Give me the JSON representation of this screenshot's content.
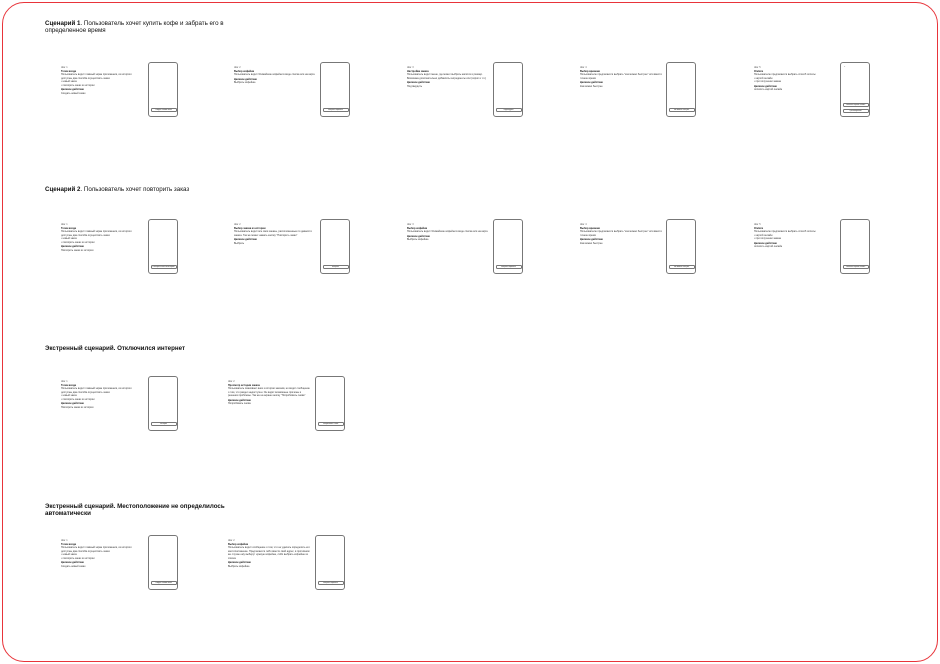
{
  "scenarios": [
    {
      "prefix": "Сценарий 1",
      "title": ". Пользователь хочет купить кофе и забрать его в определенное время",
      "steps": [
        {
          "num": "Шаг 1",
          "title": "Точка входа",
          "desc": [
            "Пользователь видит главный экран приложения, из которого доступны два способа осуществить заказ:",
            "• новый заказ",
            "• повторить заказ из истории"
          ],
          "action_h": "Целевое действие",
          "action": "Создать новый заказ",
          "button": "Создать новый заказ"
        },
        {
          "num": "Шаг 2",
          "title": "Выбор кофейни",
          "desc": [
            "Пользователь видит ближайшие кофейни в виде списка или на карте"
          ],
          "action_h": "Целевое действие",
          "action": "Выбрать кофейню",
          "button": "Выбрать кофейню"
        },
        {
          "num": "Шаг 3",
          "title": "Настройка заказа",
          "desc": [
            "Пользователь видит меню, где может выбрать напиток и размер. Возможна дополнительно добавлять ингредиенты или (сироп и т.п.)"
          ],
          "action_h": "Целевое действие",
          "action": "Подтвердить",
          "button": "Подтвердить"
        },
        {
          "num": "Шаг 4",
          "title": "Выбор времени",
          "desc": [
            "Пользователю предлагается выбрать \"как можно быстрее\" или ввести точное время"
          ],
          "action_h": "Целевое действие",
          "action": "Как можно быстрее",
          "button": "Как можно быстрее"
        },
        {
          "num": "Шаг 5",
          "title": "Оплата",
          "desc": [
            "Пользователю предлагается выбрать способ оплаты",
            "• картой онлайн",
            "• при получении заказа"
          ],
          "action_h": "Целевое действие",
          "action": "оплатить картой онлайн",
          "button": "Оплатить картой онлайн",
          "button2": "При получении",
          "mark": "×"
        }
      ]
    },
    {
      "prefix": "Сценарий 2",
      "title": ". Пользователь хочет повторить заказ",
      "steps": [
        {
          "num": "Шаг 1",
          "title": "Точка входа",
          "desc": [
            "Пользователь видит главный экран приложения, из которого доступны два способа осуществить заказ:",
            "• новый заказ",
            "• повторить заказ из истории"
          ],
          "action_h": "Целевое действие",
          "action": "Повторить заказ из истории",
          "button": "Повторить заказ из истории"
        },
        {
          "num": "Шаг 2",
          "title": "Выбор заказа из истории",
          "desc": [
            "Пользователь видит все свои заказы, расположенные по давности заказа. Так же может нажать кнопку \"Повторить заказ\""
          ],
          "action_h": "Целевое действие",
          "action": "Выбрать",
          "button": "Выбрать"
        },
        {
          "num": "Шаг 3",
          "title": "Выбор кофейни",
          "desc": [
            "Пользователь видит ближайшие кофейни в виде списка или на карте"
          ],
          "action_h": "Целевое действие",
          "action": "Выбрать кофейню",
          "button": "Выбрать кофейню"
        },
        {
          "num": "Шаг 4",
          "title": "Выбор времени",
          "desc": [
            "Пользователю предлагается выбрать \"как можно быстрее\" или ввести точное время"
          ],
          "action_h": "Целевое действие",
          "action": "Как можно быстрее",
          "button": "Как можно быстрее"
        },
        {
          "num": "Шаг 5",
          "title": "Оплата",
          "desc": [
            "Пользователю предлагается выбрать способ оплаты",
            "• картой онлайн",
            "• при получении заказа"
          ],
          "action_h": "Целевое действие",
          "action": "оплатить картой онлайн",
          "button": "Оплатить картой онлайн"
        }
      ]
    },
    {
      "prefix": "",
      "title": "Экстренный сценарий. Отключился интернет",
      "steps": [
        {
          "num": "Шаг 1",
          "title": "Точка входа",
          "desc": [
            "Пользователь видит главный экран приложения, из которого доступны два способа осуществить заказ:",
            "• новый заказ",
            "• повторить заказ из истории"
          ],
          "action_h": "Целевое действие",
          "action": "Повторить заказ из истории",
          "button": "История"
        },
        {
          "num": "Шаг 2",
          "title": "Просмотр истории заказа",
          "desc": [
            "Пользователь смахивает вниз к истории заказов, но видит сообщение о том, что раздел недоступен. Он видит возможные причины и решения проблемы. Так же на экране кнопку \"Попробовать снова\""
          ],
          "action_h": "Целевое действие",
          "action": "Попробовать снова",
          "button": "Попробовать снова"
        }
      ]
    },
    {
      "prefix": "",
      "title": "Экстренный сценарий. Местоположение не определилось автоматически",
      "steps": [
        {
          "num": "Шаг 1",
          "title": "Точка входа",
          "desc": [
            "Пользователь видит главный экран приложения, из которого доступны два способа осуществить заказ:",
            "• новый заказ",
            "• повторить заказ из истории"
          ],
          "action_h": "Целевое действие",
          "action": "Создать новый заказ",
          "button": "Создать новый заказ"
        },
        {
          "num": "Шаг 2",
          "title": "Выбор кофейни",
          "desc": [
            "Пользователь видит сообщение о том, что не удалось определить его местоположение. Предлагается либо ввести свой адрес, в противном же случае ему выберут нужную кофейню, либо выбрать кофейню из списка"
          ],
          "action_h": "Целевое действие",
          "action": "Выбрать кофейню",
          "button": "Выбрать кофейню"
        }
      ]
    }
  ]
}
